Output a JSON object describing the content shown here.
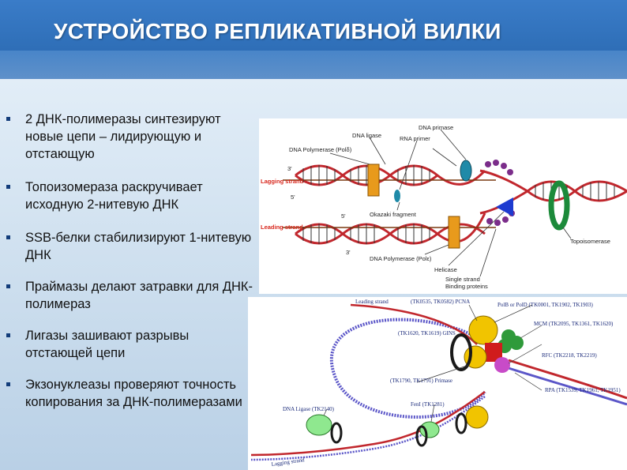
{
  "slide": {
    "title": "УСТРОЙСТВО РЕПЛИКАТИВНОЙ ВИЛКИ",
    "bullets": [
      "2 ДНК-полимеразы синтезируют новые цепи – лидирующую и отстающую",
      "Топоизомераза раскручивает исходную 2-нитевую ДНК",
      "SSB-белки стабилизируют 1-нитевую ДНК",
      "Праймазы делают затравки для ДНК-полимераз",
      "Лигазы зашивают разрывы отстающей цепи",
      "Экзонуклеазы проверяют точность копирования за ДНК-полимеразами"
    ]
  },
  "figure_top": {
    "labels": {
      "dna_primase": "DNA primase",
      "dna_ligase": "DNA ligase",
      "rna_primer": "RNA primer",
      "dna_polymerase_top": "DNA Polymerase (Polδ)",
      "lagging_strand": "Lagging strand",
      "okazaki": "Okazaki fragment",
      "leading_strand": "Leading strand",
      "dna_polymerase_bottom": "DNA Polymerase (Polε)",
      "helicase": "Helicase",
      "ssb_line1": "Single strand",
      "ssb_line2": "Binding proteins",
      "topoisomerase": "Topoisomerase",
      "three_prime": "3'",
      "five_prime": "5'"
    }
  },
  "figure_bottom": {
    "labels": {
      "leading_strand": "Leading strand",
      "pcna": "(TK0535, TK0582) PCNA",
      "pol": "PolB or PolD (TK0001, TK1902, TK1903)",
      "gins": "(TK1620, TK1619) GINS",
      "mcm": "MCM (TK2095, TK1361, TK1620)",
      "rfc": "RFC (TK2218, TK2219)",
      "primase": "(TK1790, TK1791) Primase",
      "rpa": "RPA (TK1539, TK1961, TK1951)",
      "ligase": "DNA Ligase (TK2140)",
      "feni": "FenI (TK1281)",
      "lagging_strand": "Lagging strand"
    }
  }
}
